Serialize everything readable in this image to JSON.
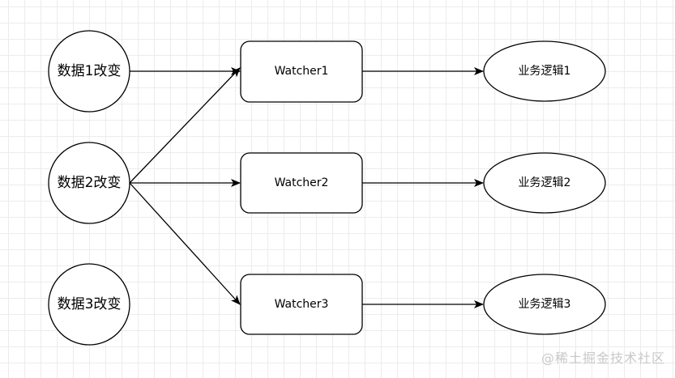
{
  "sources": [
    {
      "label": "数据1改变"
    },
    {
      "label": "数据2改变"
    },
    {
      "label": "数据3改变"
    }
  ],
  "watchers": [
    {
      "label": "Watcher1"
    },
    {
      "label": "Watcher2"
    },
    {
      "label": "Watcher3"
    }
  ],
  "logic": [
    {
      "label": "业务逻辑1"
    },
    {
      "label": "业务逻辑2"
    },
    {
      "label": "业务逻辑3"
    }
  ],
  "edges": [
    {
      "from": "数据1改变",
      "to": "Watcher1"
    },
    {
      "from": "数据2改变",
      "to": "Watcher1"
    },
    {
      "from": "数据2改变",
      "to": "Watcher2"
    },
    {
      "from": "数据2改变",
      "to": "Watcher3"
    },
    {
      "from": "Watcher1",
      "to": "业务逻辑1"
    },
    {
      "from": "Watcher2",
      "to": "业务逻辑2"
    },
    {
      "from": "Watcher3",
      "to": "业务逻辑3"
    }
  ],
  "watermark": "@稀土掘金技术社区"
}
